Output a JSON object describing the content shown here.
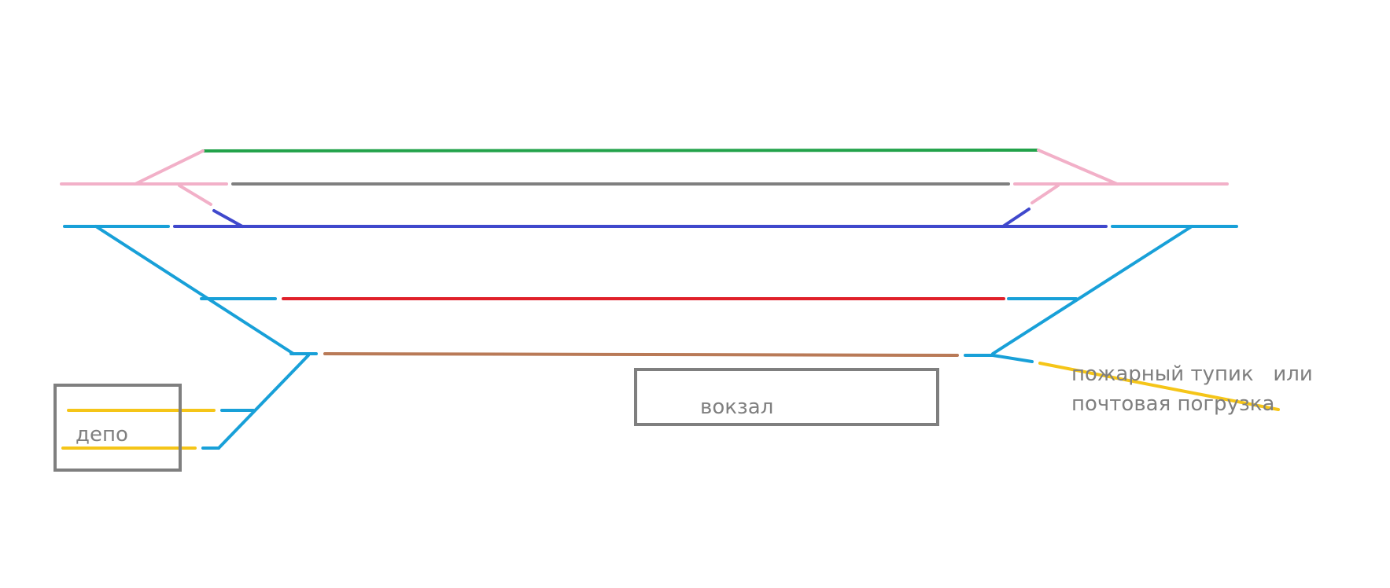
{
  "colors": {
    "green": "#22a24a",
    "pink": "#f2b0c8",
    "gray": "#7f7f7f",
    "indigo": "#3f48cc",
    "blue": "#18a0d8",
    "red": "#e0202a",
    "brown": "#b97a57",
    "yellow": "#f5c518",
    "box": "#7f7f7f"
  },
  "labels": {
    "depot": "депо",
    "station": "вокзал",
    "siding_line1": "пожарный тупик   или",
    "siding_line2": "почтовая погрузка"
  }
}
